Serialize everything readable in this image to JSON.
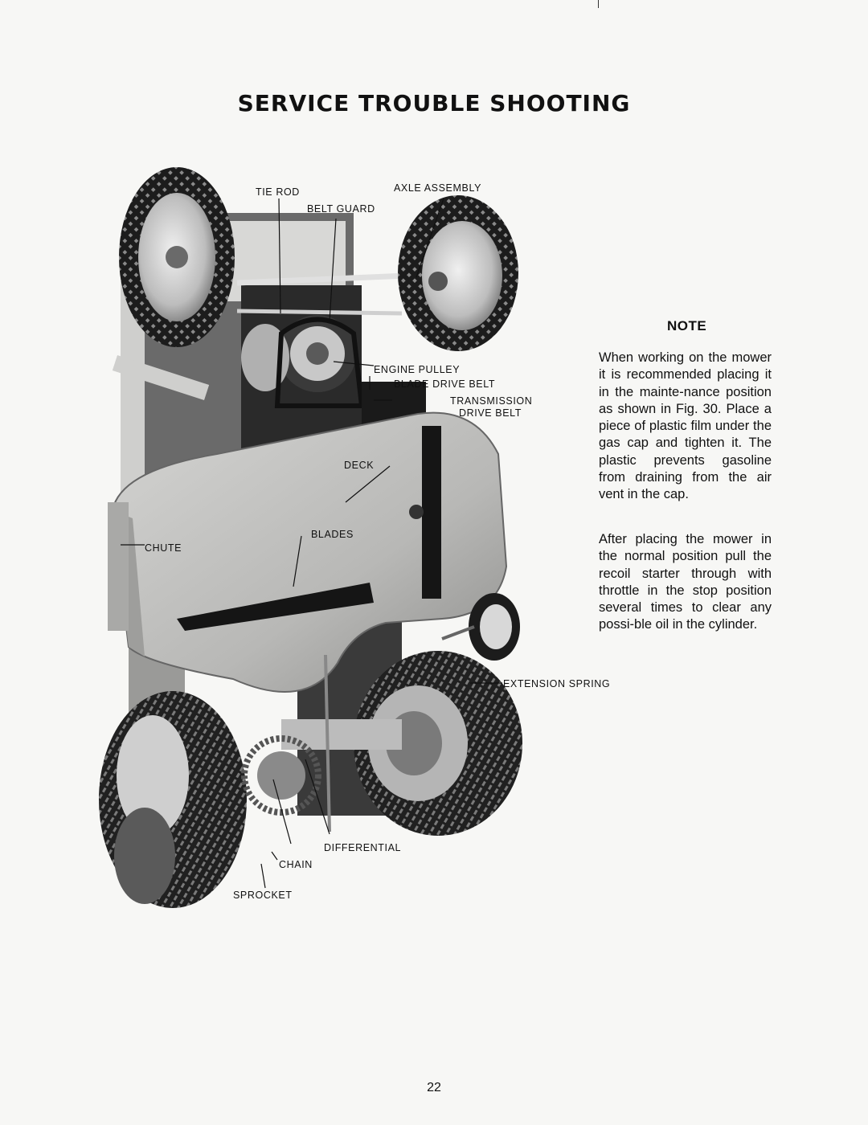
{
  "page": {
    "title": "SERVICE TROUBLE SHOOTING",
    "page_number": "22"
  },
  "figure": {
    "labels": {
      "tie_rod": "TIE ROD",
      "axle_assembly": "AXLE ASSEMBLY",
      "belt_guard": "BELT GUARD",
      "engine_pulley": "ENGINE PULLEY",
      "blade_drive_belt": "BLADE DRIVE BELT",
      "transmission": "TRANSMISSION",
      "drive_belt": "DRIVE BELT",
      "deck": "DECK",
      "blades": "BLADES",
      "chute": "CHUTE",
      "extension_spring": "EXTENSION SPRING",
      "differential": "DIFFERENTIAL",
      "chain": "CHAIN",
      "sprocket": "SPROCKET"
    }
  },
  "note": {
    "heading": "NOTE",
    "paragraph1": "When working on the mower it is recommended placing it in the mainte-nance position as shown in Fig. 30. Place a piece of plastic film under the gas cap and tighten it. The plastic prevents gasoline from draining from the air vent in the cap.",
    "paragraph2": "After placing the mower in the normal position pull the recoil starter through with throttle in the stop position several times to clear any possi-ble oil in the cylinder."
  },
  "colors": {
    "paper": "#f7f7f5",
    "ink": "#111111",
    "deck_gray": "#bdbdbd",
    "tire_dark": "#1e1e1e"
  }
}
